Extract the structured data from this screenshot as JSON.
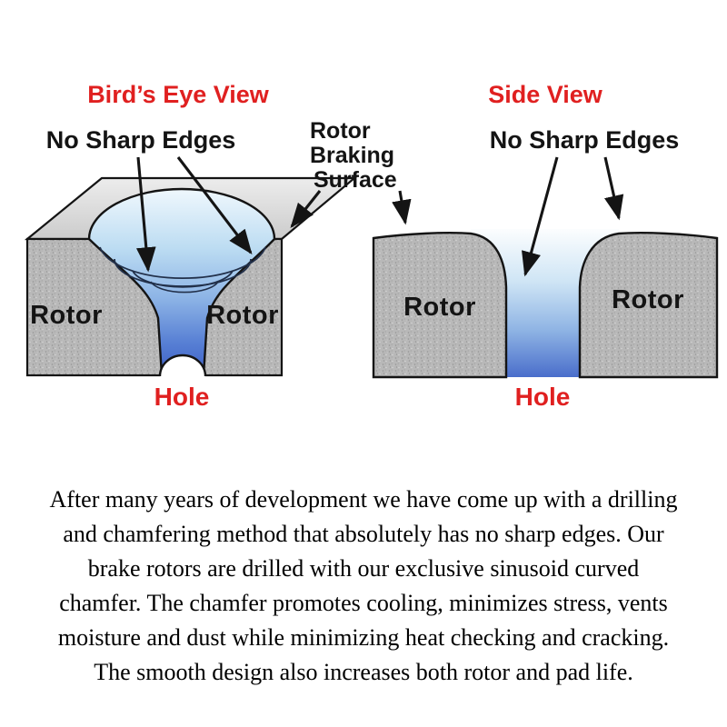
{
  "diagram": {
    "birds_eye_title": "Bird’s Eye View",
    "side_view_title": "Side View",
    "no_sharp_edges_left": "No Sharp Edges",
    "no_sharp_edges_right": "No Sharp Edges",
    "rotor_braking_surface": {
      "line1": "Rotor",
      "line2": "Braking",
      "line3": "Surface"
    },
    "birds_eye": {
      "rotor_left": "Rotor",
      "rotor_right": "Rotor",
      "hole": "Hole"
    },
    "side": {
      "rotor_left": "Rotor",
      "rotor_right": "Rotor",
      "hole": "Hole"
    }
  },
  "colors": {
    "heading_red": "#e02020",
    "label_black": "#141414",
    "rotor_gray": "#b8b8b8",
    "top_gray": "#d9d9d9",
    "hole_blue_light": "#eef7fd",
    "hole_blue_dark": "#3c5ec6"
  },
  "paragraph": {
    "lines": [
      "After many years of development we have come up with a drilling",
      "and chamfering method that absolutely has no sharp edges.  Our",
      "brake rotors are drilled with our exclusive sinusoid curved",
      "chamfer. The chamfer promotes cooling, minimizes stress, vents",
      "moisture and dust while minimizing heat checking and cracking.",
      "The smooth design also increases both rotor and pad life."
    ]
  }
}
